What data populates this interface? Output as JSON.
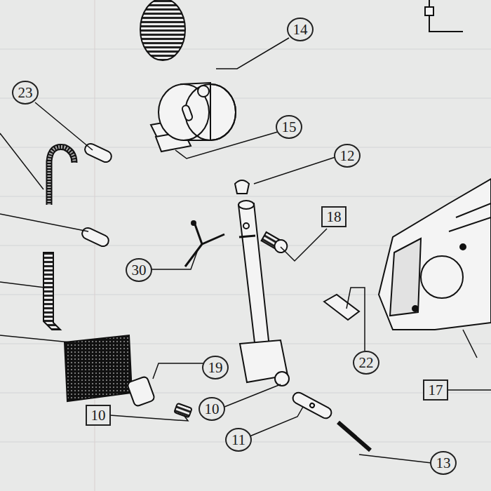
{
  "diagram": {
    "labels": [
      "14",
      "23",
      "15",
      "12",
      "18",
      "30",
      "22",
      "19",
      "10",
      "10",
      "11",
      "13",
      "17"
    ]
  }
}
